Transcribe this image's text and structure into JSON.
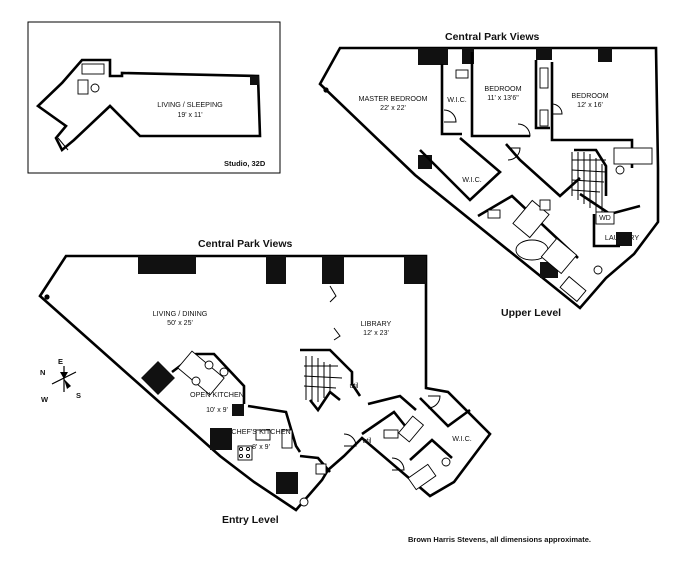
{
  "studio": {
    "title": "Studio, 32D",
    "room": {
      "name": "LIVING / SLEEPING",
      "dims": "19' x 11'"
    }
  },
  "upper": {
    "view_label": "Central Park Views",
    "level_label": "Upper Level",
    "rooms": [
      {
        "name": "MASTER BEDROOM",
        "dims": "22' x 22'"
      },
      {
        "name": "W.I.C."
      },
      {
        "name": "BEDROOM",
        "dims": "11' x 13'6\""
      },
      {
        "name": "BEDROOM",
        "dims": "12' x 16'"
      },
      {
        "name": "W.I.C."
      },
      {
        "name": "LAUNDRY"
      },
      {
        "name": "WD"
      }
    ]
  },
  "entry": {
    "view_label": "Central Park Views",
    "level_label": "Entry Level",
    "rooms": [
      {
        "name": "LIVING / DINING",
        "dims": "50' x 25'"
      },
      {
        "name": "LIBRARY",
        "dims": "12' x 23'"
      },
      {
        "name": "OPEN KITCHEN",
        "dims": "10' x 9'"
      },
      {
        "name": "CHEF'S KITCHEN",
        "dims": "8' x 9'"
      },
      {
        "name": "util"
      },
      {
        "name": "util"
      },
      {
        "name": "W.I.C."
      }
    ]
  },
  "compass": {
    "n": "N",
    "e": "E",
    "s": "S",
    "w": "W"
  },
  "footer": "Brown Harris Stevens, all dimensions approximate."
}
